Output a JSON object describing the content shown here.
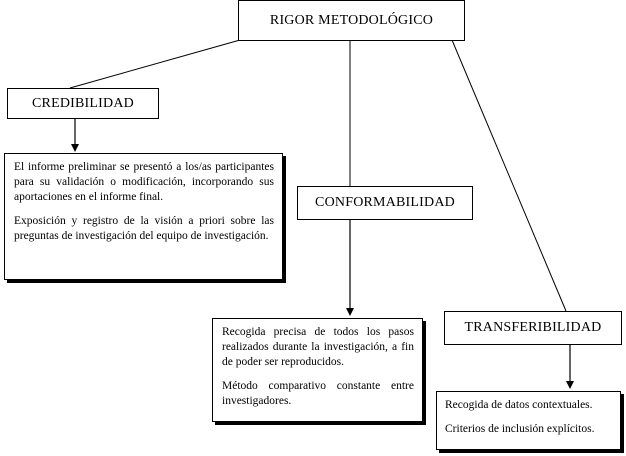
{
  "root": {
    "label": "RIGOR METODOLÓGICO"
  },
  "credibilidad": {
    "label": "CREDIBILIDAD",
    "items": [
      "El informe preliminar se presentó a los/as participantes para su validación o modificación, incorporando sus aportaciones en el informe final.",
      "Exposición y registro de la visión a priori sobre las preguntas de investigación del equipo de investigación."
    ]
  },
  "conformabilidad": {
    "label": "CONFORMABILIDAD",
    "items": [
      "Recogida precisa de todos los pasos realizados durante la investigación, a fin de poder ser reproducidos.",
      "Método comparativo constante entre investigadores."
    ]
  },
  "transferibilidad": {
    "label": "TRANSFERIBILIDAD",
    "items": [
      "Recogida de datos contextuales.",
      "Criterios de inclusión explícitos."
    ]
  }
}
